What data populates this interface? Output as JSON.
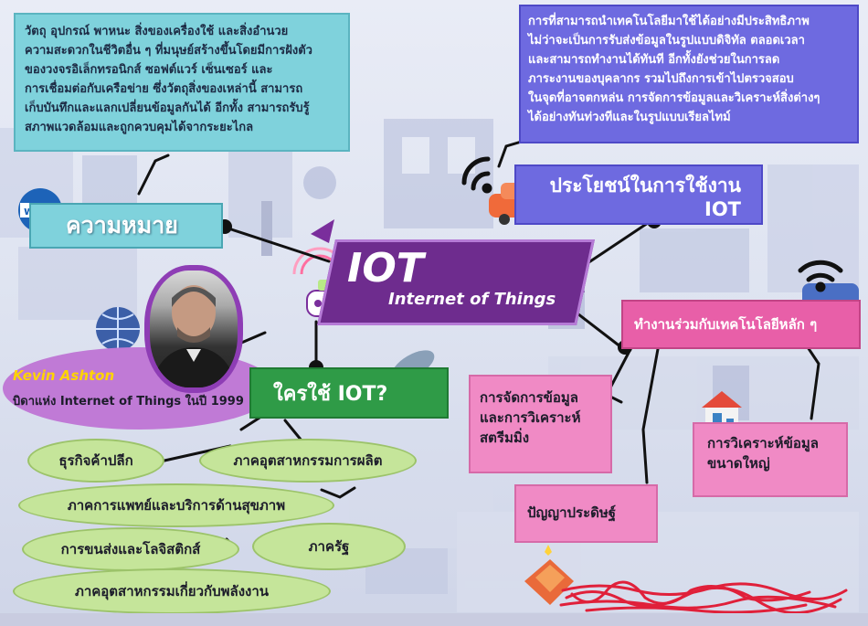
{
  "definition": {
    "title": "ความหมาย",
    "text": "วัตถุ อุปกรณ์ พาหนะ สิ่งของเครื่องใช้ และสิ่งอำนวย\nความสะดวกในชีวิตอื่น ๆ ที่มนุษย์สร้างขึ้นโดยมีการฝังตัว\nของวงจรอิเล็กทรอนิกส์ ซอฟต์แวร์ เซ็นเซอร์ และ\nการเชื่อมต่อกับเครือข่าย ซึ่งวัตถุสิ่งของเหล่านี้ สามารถ\nเก็บบันทึกและแลกเปลี่ยนข้อมูลกันได้ อีกทั้ง สามารถรับรู้\nสภาพแวดล้อมและถูกควบคุมได้จากระยะไกล"
  },
  "benefits": {
    "title": "ประโยชน์ในการใช้งาน\nIOT",
    "text": "การที่สามารถนำเทคโนโลยีมาใช้ได้อย่างมีประสิทธิภาพ\nไม่ว่าจะเป็นการรับส่งข้อมูลในรูปแบบดิจิทัล ตลอดเวลา\nและสามารถทำงานได้ทันที อีกทั้งยังช่วยในการลด\nภาระงานของบุคลากร รวมไปถึงการเข้าไปตรวจสอบ\nในจุดที่อาจตกหล่น การจัดการข้อมูลและวิเคราะห์สิ่งต่างๆ\nได้อย่างทันท่วงทีและในรูปแบบเรียลไทม์"
  },
  "center": {
    "title": "IOT",
    "subtitle": "Internet of Things"
  },
  "www_label": "www",
  "tech": {
    "title": "ทำงานร่วมกับเทคโนโลยีหลัก ๆ",
    "items": [
      "การจัดการข้อมูล\nและการวิเคราะห์\nสตรีมมิ่ง",
      "การวิเคราะห์ข้อมูล\nขนาดใหญ่",
      "ปัญญาประดิษฐ์"
    ]
  },
  "person": {
    "name": "Kevin Ashton",
    "role": "บิดาแห่ง Internet of Things ในปี 1999"
  },
  "who": {
    "title": "ใครใช้ IOT?",
    "items": [
      "ธุรกิจค้าปลีก",
      "ภาคอุตสาหกรรมการผลิต",
      "ภาคการแพทย์และบริการด้านสุขภาพ",
      "การขนส่งและโลจิสติกส์",
      "ภาครัฐ",
      "ภาคอุตสาหกรรมเกี่ยวกับพลังงาน"
    ]
  },
  "colors": {
    "cyan": "#7fd2dc",
    "violet": "#6e6ae0",
    "purple": "#6e2c8e",
    "pink": "#e85fa8",
    "green": "#2f9b47",
    "lime": "#c5e59a",
    "scribble": "#e0203a"
  }
}
